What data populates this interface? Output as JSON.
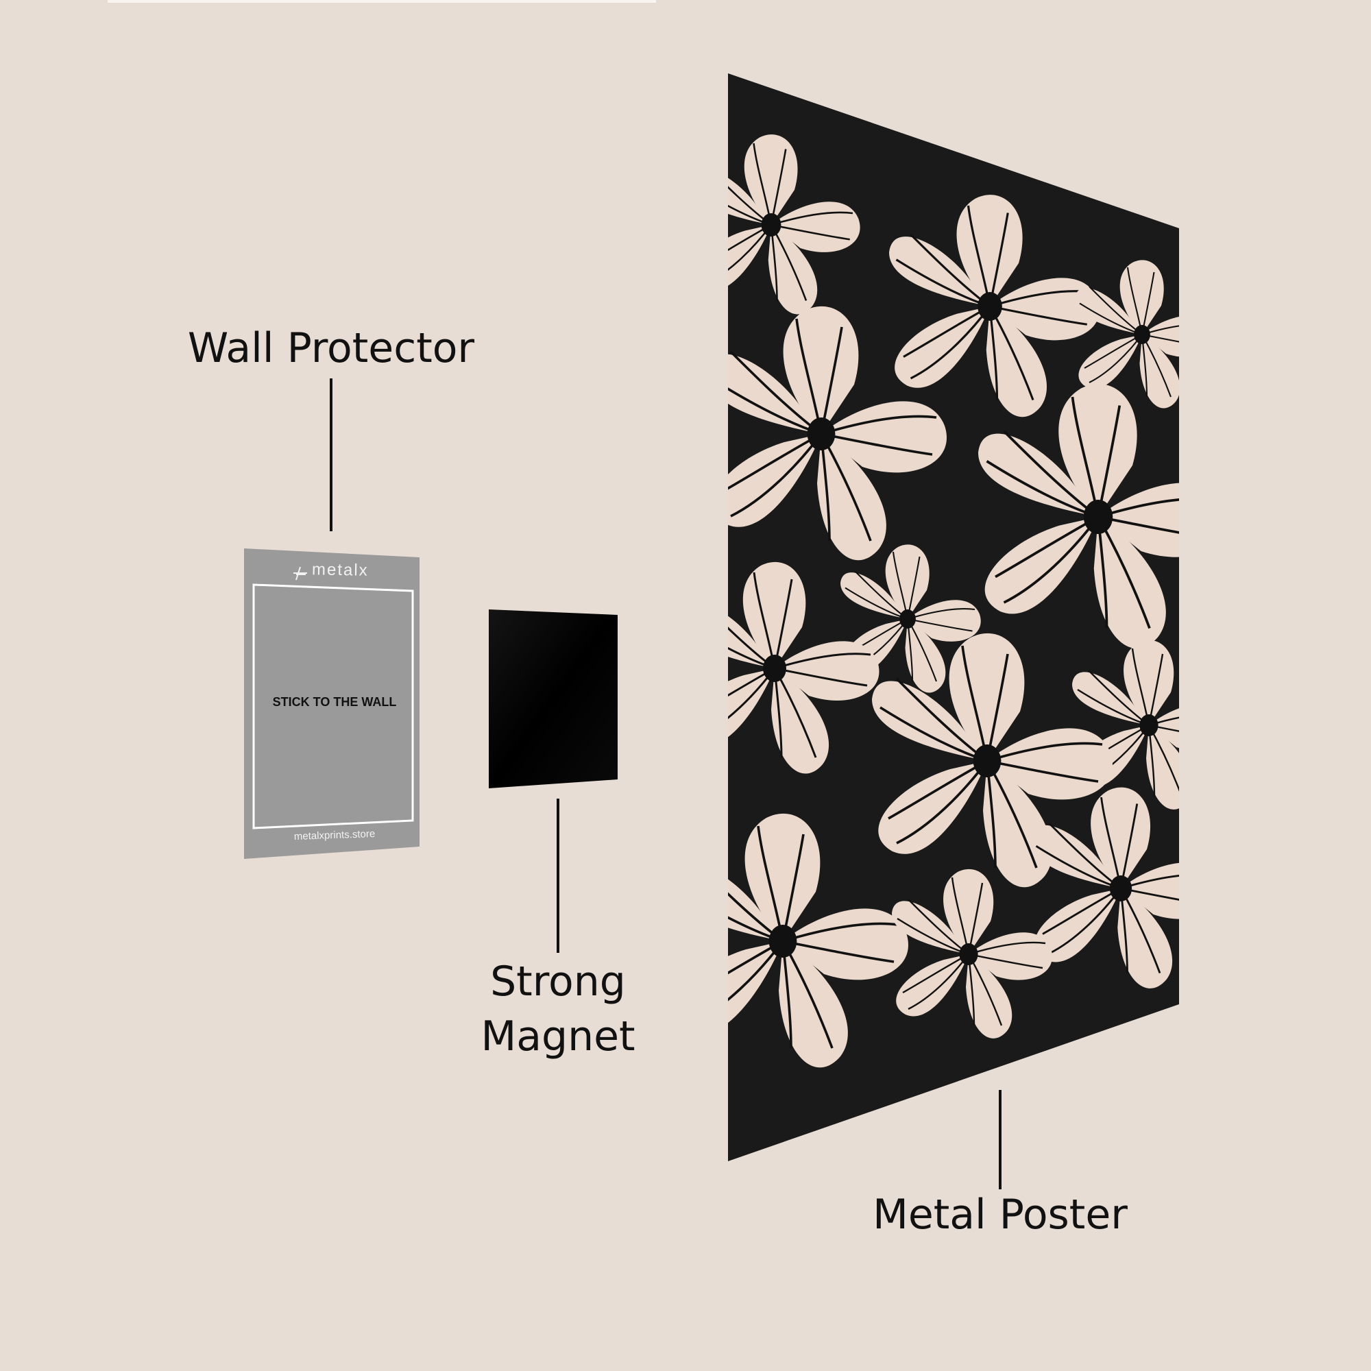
{
  "diagram": {
    "background_color": "#e8ddd5",
    "components": [
      {
        "id": "wall_protector",
        "label": "Wall Protector",
        "color": "#9a9a9a",
        "brand_logo": "metalx",
        "center_text": "STICK TO THE WALL",
        "footer_text": "metalxprints.store"
      },
      {
        "id": "magnet",
        "label_lines": [
          "Strong",
          "Magnet"
        ],
        "color": "#0a0a0a"
      },
      {
        "id": "poster",
        "label": "Metal Poster",
        "background_color": "#1a1a1a",
        "pattern": "cream abstract flowers with black centers and veins",
        "flower_color": "#ead9cc"
      }
    ]
  },
  "labels": {
    "wall_protector": "Wall Protector",
    "magnet_line1": "Strong",
    "magnet_line2": "Magnet",
    "poster": "Metal Poster"
  },
  "protector": {
    "logo_text": "metalx",
    "center_text": "STICK TO THE WALL",
    "footer_text": "metalxprints.store"
  }
}
